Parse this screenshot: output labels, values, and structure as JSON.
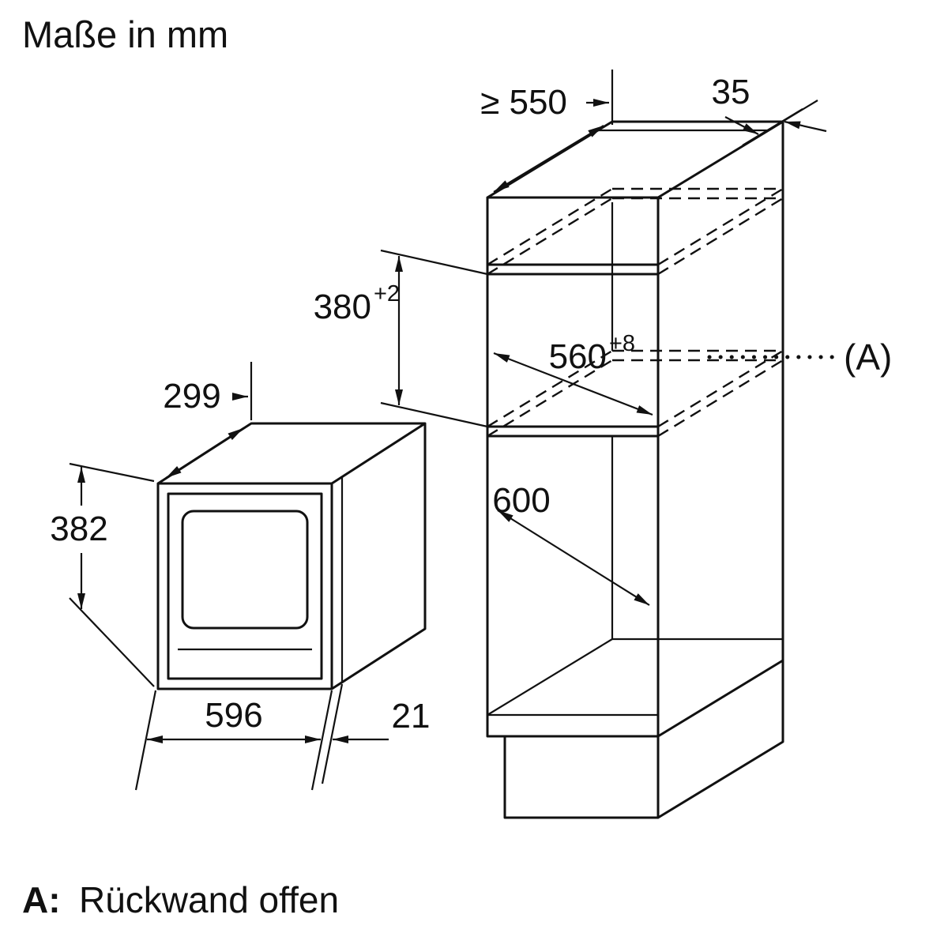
{
  "title": "Maße in mm",
  "caption": {
    "label": "A:",
    "text": "Rückwand offen"
  },
  "dims": {
    "cabinet": {
      "depth_min": "≥ 550",
      "rear_rail": "35",
      "niche_height": "380",
      "niche_height_tol": "+2",
      "niche_width": "560",
      "niche_width_tol": "+8",
      "lower_clearance": "600",
      "section_marker": "(A)"
    },
    "appliance": {
      "depth": "299",
      "height": "382",
      "width": "596",
      "door_protrusion": "21"
    }
  }
}
